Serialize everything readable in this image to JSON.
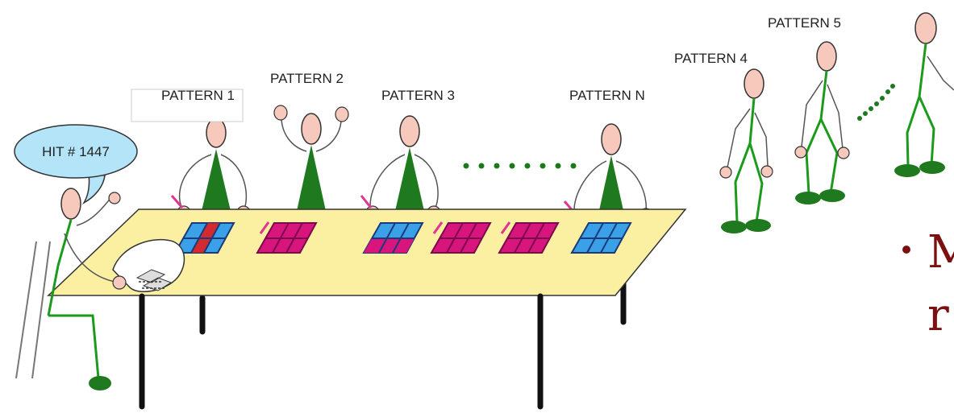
{
  "labels": {
    "pattern_1": "PATTERN 1",
    "pattern_2": "PATTERN 2",
    "pattern_3": "PATTERN 3",
    "pattern_4": "PATTERN 4",
    "pattern_5": "PATTERN 5",
    "pattern_n": "PATTERN  N",
    "hit": "HIT  # 1447"
  },
  "bullet": {
    "line1": "M",
    "line2": "r"
  },
  "colors": {
    "table": "#fbf0a2",
    "body": "#1b9a1b",
    "shirt": "#1f7a1f",
    "skin": "#f7c9bd",
    "blue_card": "#3aa0e8",
    "magenta_card": "#d8157d",
    "red_cell": "#e21d1d",
    "bubble": "#b4e4f7",
    "bullet_text": "#7a1010"
  }
}
